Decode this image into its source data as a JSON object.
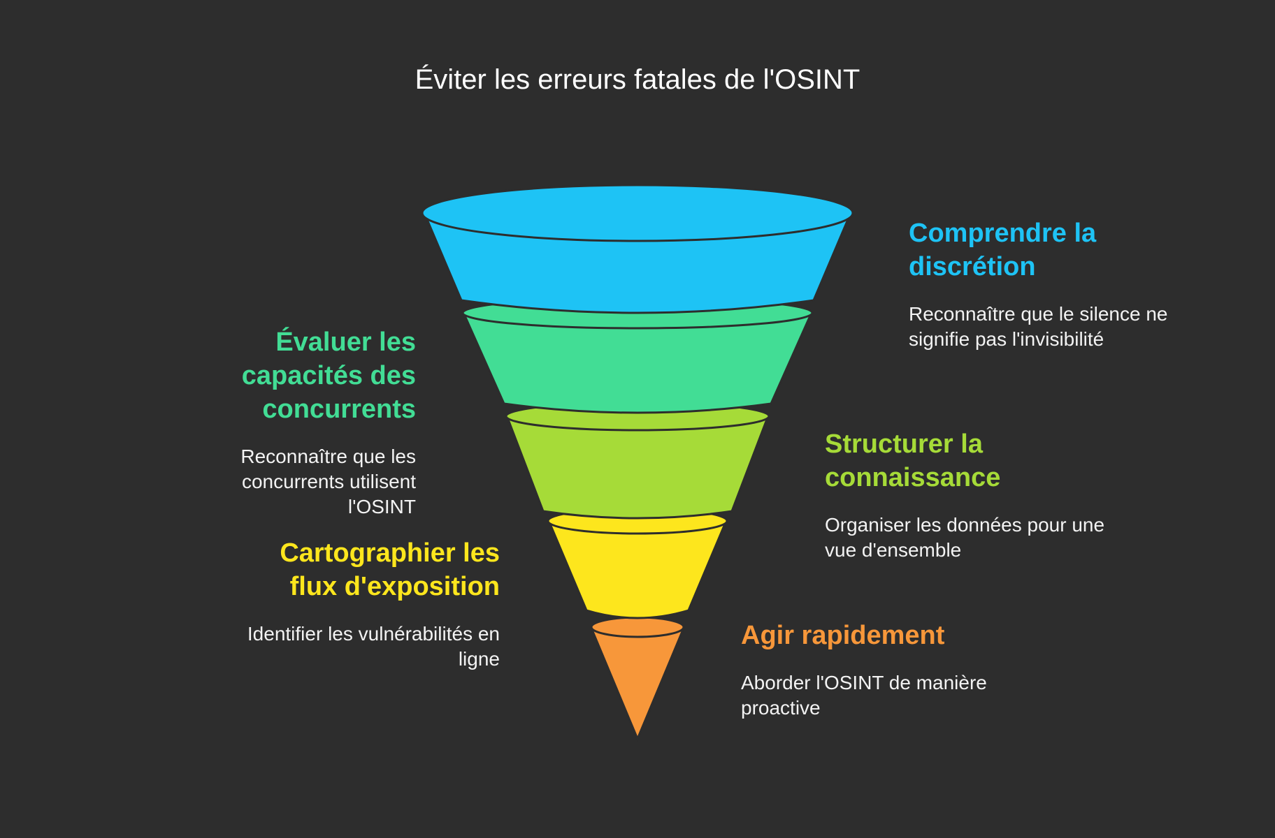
{
  "title": "Éviter les erreurs fatales de l'OSINT",
  "stages": [
    {
      "heading": "Comprendre la discrétion",
      "description": "Reconnaître que le silence ne signifie pas l'invisibilité",
      "color": "#1ec3f5"
    },
    {
      "heading": "Évaluer les capacités des concurrents",
      "description": "Reconnaître que les concurrents utilisent l'OSINT",
      "color": "#42dd95"
    },
    {
      "heading": "Structurer la connaissance",
      "description": "Organiser les données pour une vue d'ensemble",
      "color": "#a6db38"
    },
    {
      "heading": "Cartographier les flux d'exposition",
      "description": "Identifier les vulnérabilités en ligne",
      "color": "#fde61d"
    },
    {
      "heading": "Agir rapidement",
      "description": "Aborder l'OSINT de manière proactive",
      "color": "#f7973a"
    }
  ],
  "colors": {
    "background": "#2d2d2d",
    "outline": "#2d2d2d"
  }
}
